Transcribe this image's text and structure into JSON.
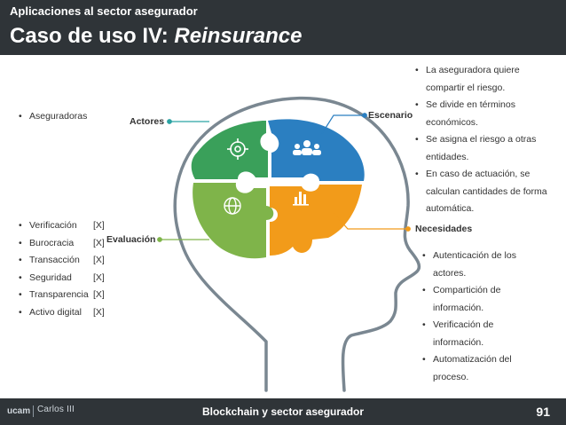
{
  "header": {
    "kicker": "Aplicaciones al sector asegurador",
    "title_main": "Caso de uso IV: ",
    "title_em": "Reinsurance"
  },
  "labels": {
    "actores": "Actores",
    "evaluacion": "Evaluación",
    "escenario": "Escenario",
    "necesidades": "Necesidades"
  },
  "left_actors": [
    "Aseguradoras"
  ],
  "left_evaluation": [
    {
      "name": "Verificación",
      "mark": "[X]"
    },
    {
      "name": "Burocracia",
      "mark": "[X]"
    },
    {
      "name": "Transacción",
      "mark": "[X]"
    },
    {
      "name": "Seguridad",
      "mark": "[X]"
    },
    {
      "name": "Transparencia",
      "mark": "[X]"
    },
    {
      "name": "Activo digital",
      "mark": "[X]"
    }
  ],
  "right_scenario": [
    [
      "La aseguradora quiere",
      "compartir el riesgo."
    ],
    [
      "Se divide en términos",
      "económicos."
    ],
    [
      "Se asigna el riesgo a otras",
      "entidades."
    ],
    [
      "En caso de actuación, se",
      "calculan cantidades de forma",
      "automática."
    ]
  ],
  "right_needs": [
    [
      "Autenticación  de los",
      "actores."
    ],
    [
      "Compartición de",
      "información."
    ],
    [
      "Verificación de",
      "información."
    ],
    [
      "Automatización del",
      "proceso."
    ]
  ],
  "footer": {
    "title": "Blockchain y sector asegurador",
    "page": "91",
    "logo_left": "ucam",
    "logo_right": "Carlos III"
  },
  "colors": {
    "dark_bar": "#2f3438",
    "puzzle_green": "#3aa05a",
    "puzzle_light_green": "#7fb44a",
    "puzzle_blue": "#2b7fc1",
    "puzzle_orange": "#f29b1a",
    "head_outline": "#7a8791",
    "connector_teal": "#2ba3a3"
  },
  "icons": [
    "target-icon",
    "people-icon",
    "globe-icon",
    "bar-chart-icon"
  ]
}
